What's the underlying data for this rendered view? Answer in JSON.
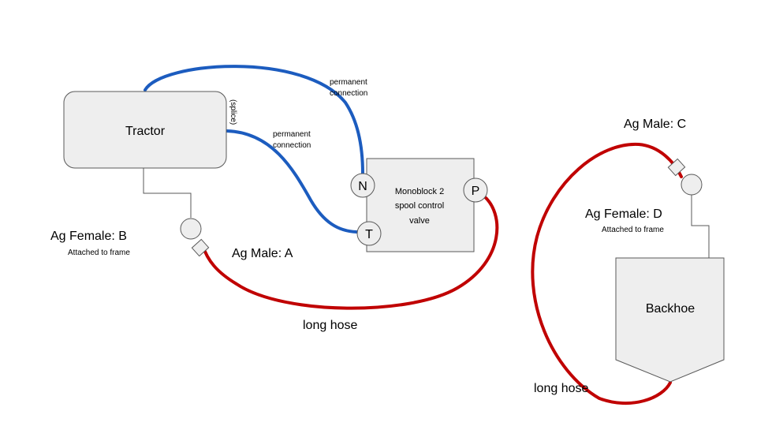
{
  "colors": {
    "permanent_hose": "#1c5cbf",
    "long_hose": "#c00000",
    "component_fill": "#eeeeee",
    "component_stroke": "#595959"
  },
  "tractor": {
    "label": "Tractor",
    "splice_label": "(splice)"
  },
  "valve": {
    "label_lines": [
      "Monoblock 2",
      "spool control",
      "valve"
    ],
    "ports": {
      "n": "N",
      "t": "T",
      "p": "P"
    }
  },
  "connections": {
    "permanent_1": [
      "permanent",
      "connection"
    ],
    "permanent_2": [
      "permanent",
      "connection"
    ]
  },
  "couplers": {
    "ag_female_b": {
      "label": "Ag Female: B",
      "note": "Attached to frame"
    },
    "ag_male_a": {
      "label": "Ag Male: A"
    },
    "ag_male_c": {
      "label": "Ag Male: C"
    },
    "ag_female_d": {
      "label": "Ag Female: D",
      "note": "Attached to frame"
    }
  },
  "hoses": {
    "long_hose_1": "long hose",
    "long_hose_2": "long hose"
  },
  "backhoe": {
    "label": "Backhoe"
  }
}
